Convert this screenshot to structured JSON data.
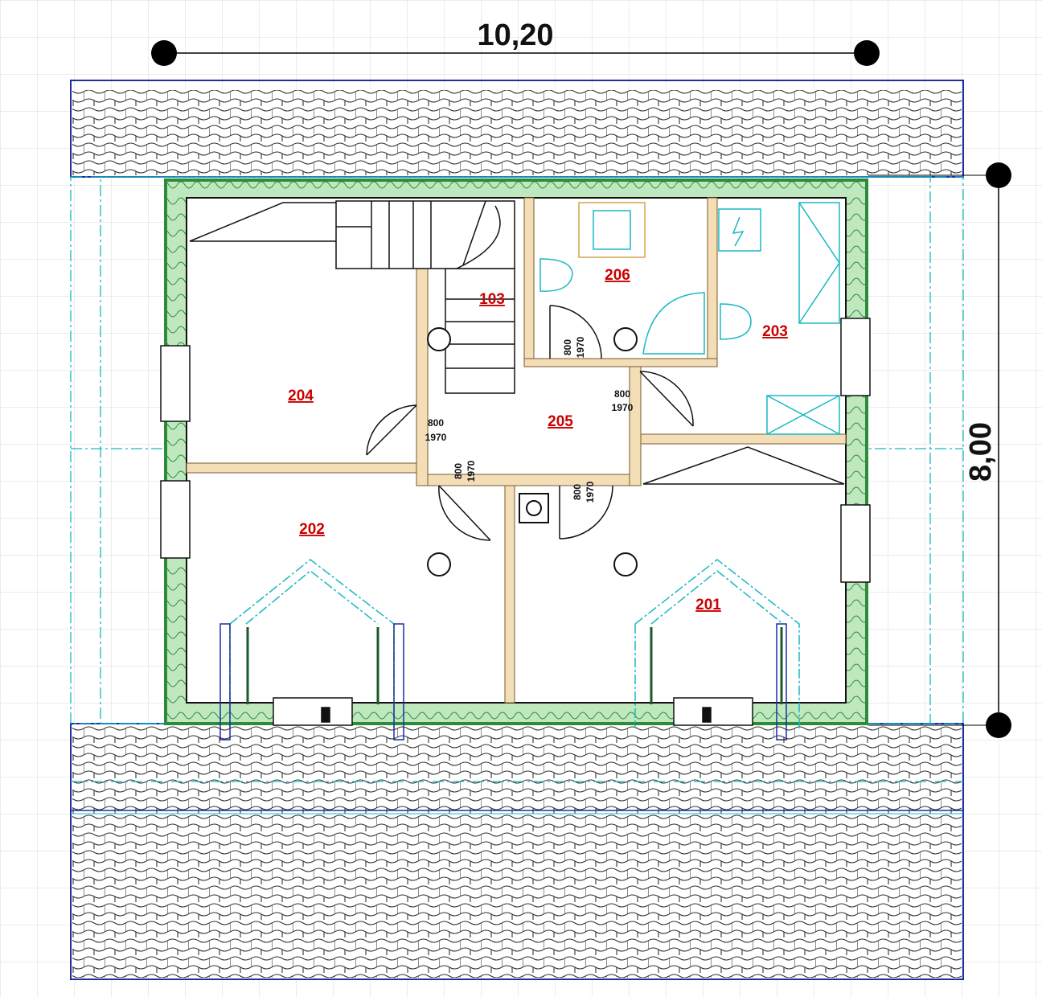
{
  "dimensions": {
    "width_label": "10,20",
    "depth_label": "8,00"
  },
  "rooms": [
    {
      "id": "204",
      "label": "204"
    },
    {
      "id": "205",
      "label": "205"
    },
    {
      "id": "206",
      "label": "206"
    },
    {
      "id": "203",
      "label": "203"
    },
    {
      "id": "202",
      "label": "202"
    },
    {
      "id": "201",
      "label": "201"
    },
    {
      "id": "103",
      "label": "103"
    }
  ],
  "doors": [
    {
      "width": "800",
      "height": "1970"
    },
    {
      "width": "800",
      "height": "1970"
    },
    {
      "width": "800",
      "height": "1970"
    },
    {
      "width": "800",
      "height": "1970"
    },
    {
      "width": "800",
      "height": "1970"
    }
  ],
  "colors": {
    "wall_insulation": "#2e8b3a",
    "partition": "#f3deb8",
    "dimension": "#000000",
    "roof_outline": "#1a2fa0",
    "cyan_lines": "#19b8c4",
    "room_label": "#cc0000",
    "grid": "#d9d9d9"
  }
}
